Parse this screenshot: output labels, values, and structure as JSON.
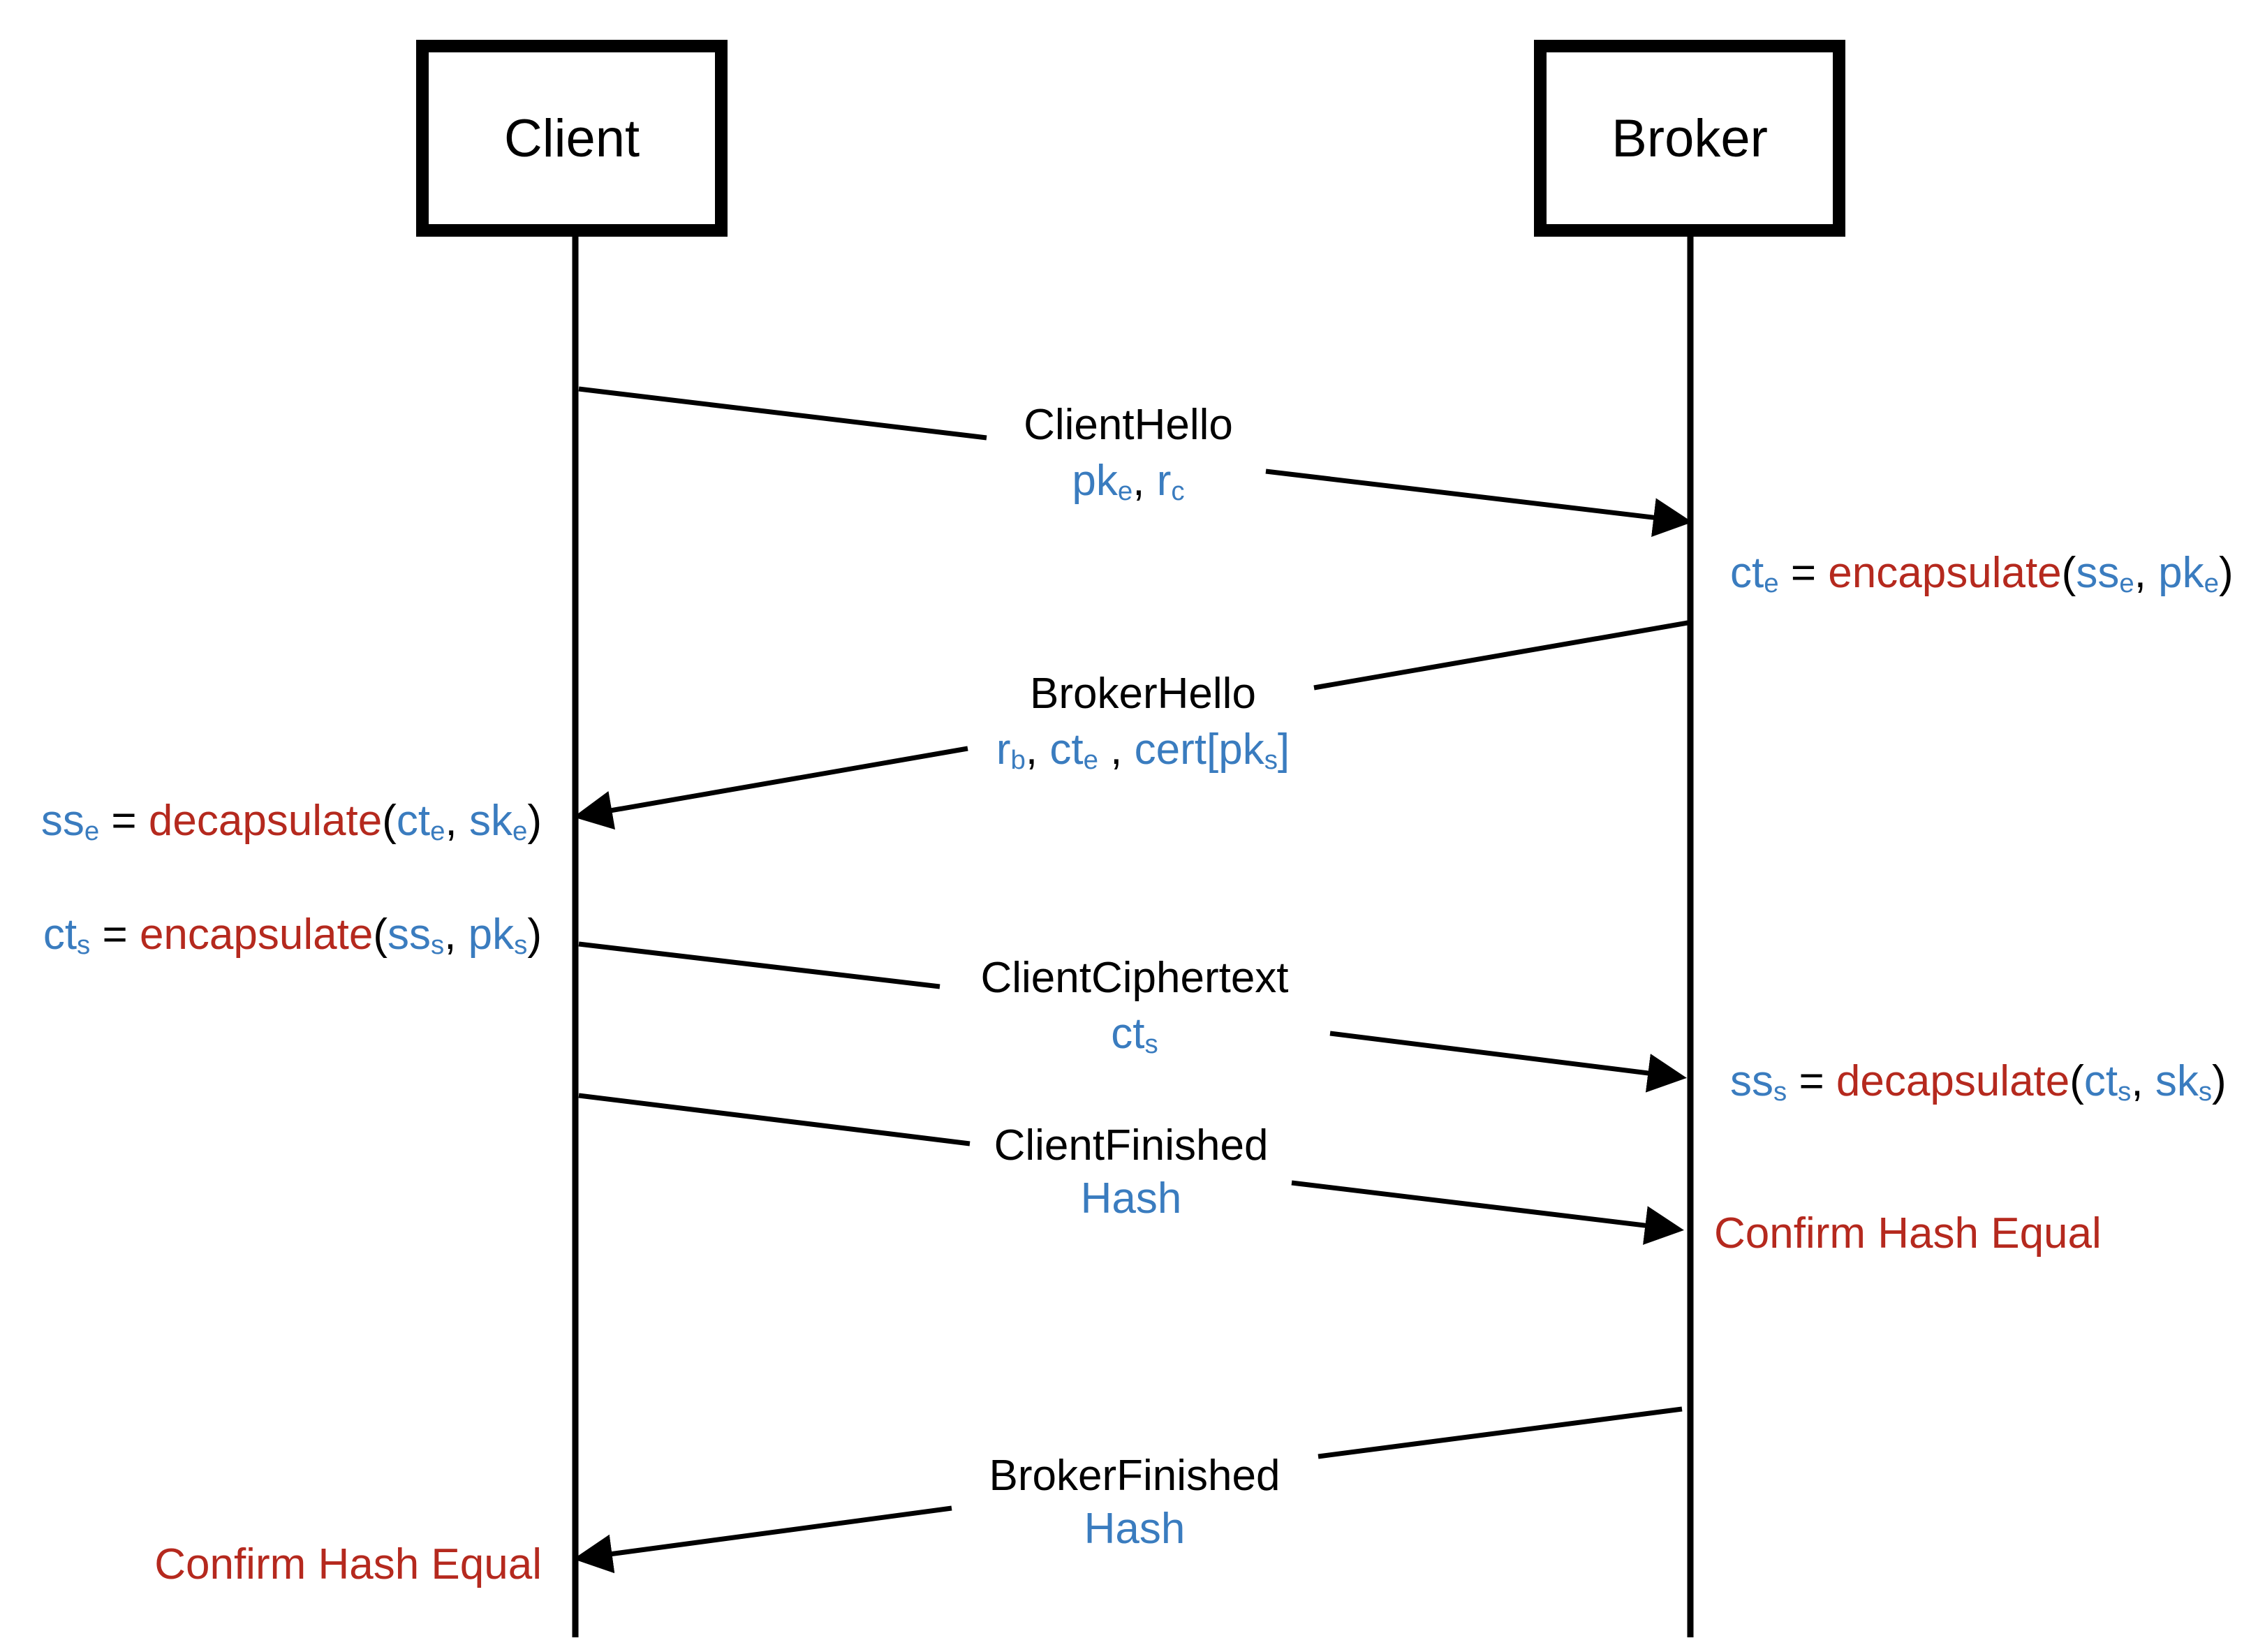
{
  "participants": {
    "client": "Client",
    "broker": "Broker"
  },
  "messages": {
    "client_hello": {
      "name": "ClientHello",
      "pk": "pk",
      "pk_sub": "e",
      "sep": ", ",
      "r": "r",
      "r_sub": "c"
    },
    "broker_hello": {
      "name": "BrokerHello",
      "r": "r",
      "r_sub": "b",
      "sep1": ", ",
      "ct": "ct",
      "ct_sub": "e",
      "sep2": " , ",
      "cert_open": "cert[pk",
      "cert_sub": "s",
      "cert_close": "]"
    },
    "client_ciphertext": {
      "name": "ClientCiphertext",
      "ct": "ct",
      "ct_sub": "s"
    },
    "client_finished": {
      "name": "ClientFinished",
      "payload": "Hash"
    },
    "broker_finished": {
      "name": "BrokerFinished",
      "payload": "Hash"
    }
  },
  "annotations": {
    "broker_encap": {
      "lhs": "ct",
      "lhs_sub": "e",
      "eq": " = ",
      "fn": "encapsulate",
      "open": "(",
      "a1": "ss",
      "a1_sub": "e",
      "sep": ", ",
      "a2": "pk",
      "a2_sub": "e",
      "close": ")"
    },
    "client_decap": {
      "lhs": "ss",
      "lhs_sub": "e",
      "eq": " = ",
      "fn": "decapsulate",
      "open": "(",
      "a1": "ct",
      "a1_sub": "e",
      "sep": ", ",
      "a2": "sk",
      "a2_sub": "e",
      "close": ")"
    },
    "client_encap": {
      "lhs": "ct",
      "lhs_sub": "s",
      "eq": " = ",
      "fn": "encapsulate",
      "open": "(",
      "a1": "ss",
      "a1_sub": "s",
      "sep": ", ",
      "a2": "pk",
      "a2_sub": "s",
      "close": ")"
    },
    "broker_decap": {
      "lhs": "ss",
      "lhs_sub": "s",
      "eq": " = ",
      "fn": "decapsulate",
      "open": "(",
      "a1": "ct",
      "a1_sub": "s",
      "sep": ", ",
      "a2": "sk",
      "a2_sub": "s",
      "close": ")"
    },
    "broker_confirm": "Confirm Hash Equal",
    "client_confirm": "Confirm Hash Equal"
  },
  "colors": {
    "variable": "#3a7cbf",
    "function": "#b5291e",
    "line": "#000000"
  }
}
